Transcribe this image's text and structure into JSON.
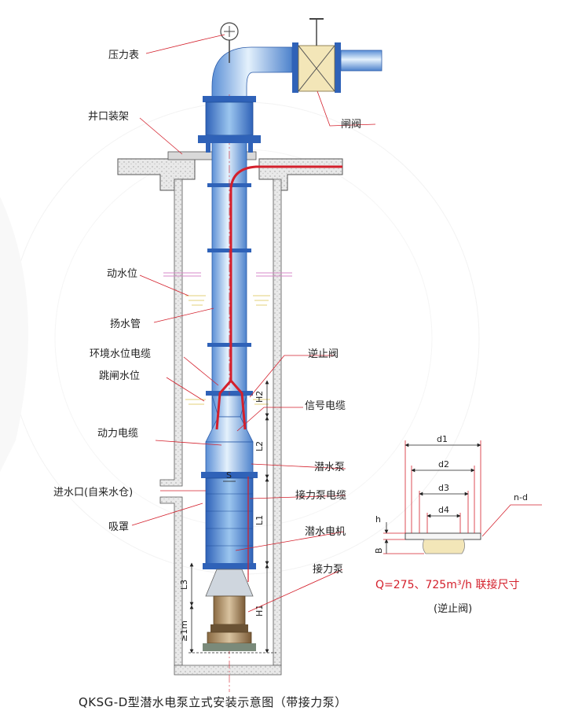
{
  "labels": {
    "pressure_gauge": "压力表",
    "wellhead_frame": "井口装架",
    "gate_valve": "闸阀",
    "dynamic_water_level": "动水位",
    "riser_pipe": "扬水管",
    "ambient_level_cable": "环境水位电缆",
    "trip_water_level": "跳闸水位",
    "check_valve": "逆止阀",
    "signal_cable": "信号电缆",
    "power_cable": "动力电缆",
    "submersible_pump": "潜水泵",
    "water_inlet": "进水口(自来水仓)",
    "booster_cable": "接力泵电缆",
    "suction_hood": "吸罩",
    "submersible_motor": "潜水电机",
    "booster_pump": "接力泵"
  },
  "dimensions": {
    "h2": "H2",
    "l2": "L2",
    "l1": "L1",
    "l3": "L3",
    "h1": "H1",
    "s": "S",
    "min_clear": "≥1m"
  },
  "flange": {
    "d1": "d1",
    "d2": "d2",
    "d3": "d3",
    "d4": "d4",
    "nd": "n-d",
    "h": "h",
    "b": "B",
    "spec_note": "Q=275、725m³/h 联接尺寸",
    "spec_sub": "(逆止阀)"
  },
  "caption": "QKSG-D型潜水电泵立式安装示意图（带接力泵）",
  "colors": {
    "pipe": "#a9cdef",
    "pipe_dark": "#3c78c8",
    "red": "#d4202c",
    "ground": "#c8c8c8",
    "valve_fill": "#f3e6b8"
  }
}
